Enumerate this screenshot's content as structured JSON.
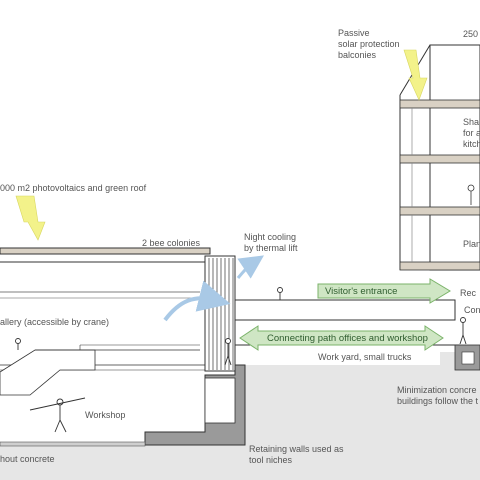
{
  "labels": {
    "passive_solar_1": "Passive",
    "passive_solar_2": "solar protection",
    "passive_solar_3": "balconies",
    "num_250": "250",
    "pv_roof": "000 m2 photovoltaics and green roof",
    "bee_colonies": "2 bee colonies",
    "night_cooling_1": "Night cooling",
    "night_cooling_2": "by thermal lift",
    "visitors_entrance": "Visitor's entrance",
    "gallery": "allery (accessible by crane)",
    "connecting_path": "Connecting path offices and workshop",
    "work_yard": "Work yard, small trucks",
    "workshop": "Workshop",
    "minimization_1": "Minimization concre",
    "minimization_2": "buildings follow the t",
    "retaining_1": "Retaining walls used as",
    "retaining_2": "tool niches",
    "without_concrete": "hout concrete",
    "tower_sha": "Sha",
    "tower_for_a": "for a",
    "tower_kitch": "kitch",
    "tower_plan": "Plan",
    "right_rec": "Rec",
    "right_con": "Con"
  },
  "colors": {
    "line": "#333333",
    "label": "#555555",
    "green_fill": "#cfe6c4",
    "green_stroke": "#7bb36a",
    "sun_yellow": "#f3f28a",
    "air_blue": "#a9c9e6",
    "ground_gray": "#e3e3e3",
    "concrete_gray": "#9a9a9a",
    "slab_tan": "#d9d1c4"
  }
}
